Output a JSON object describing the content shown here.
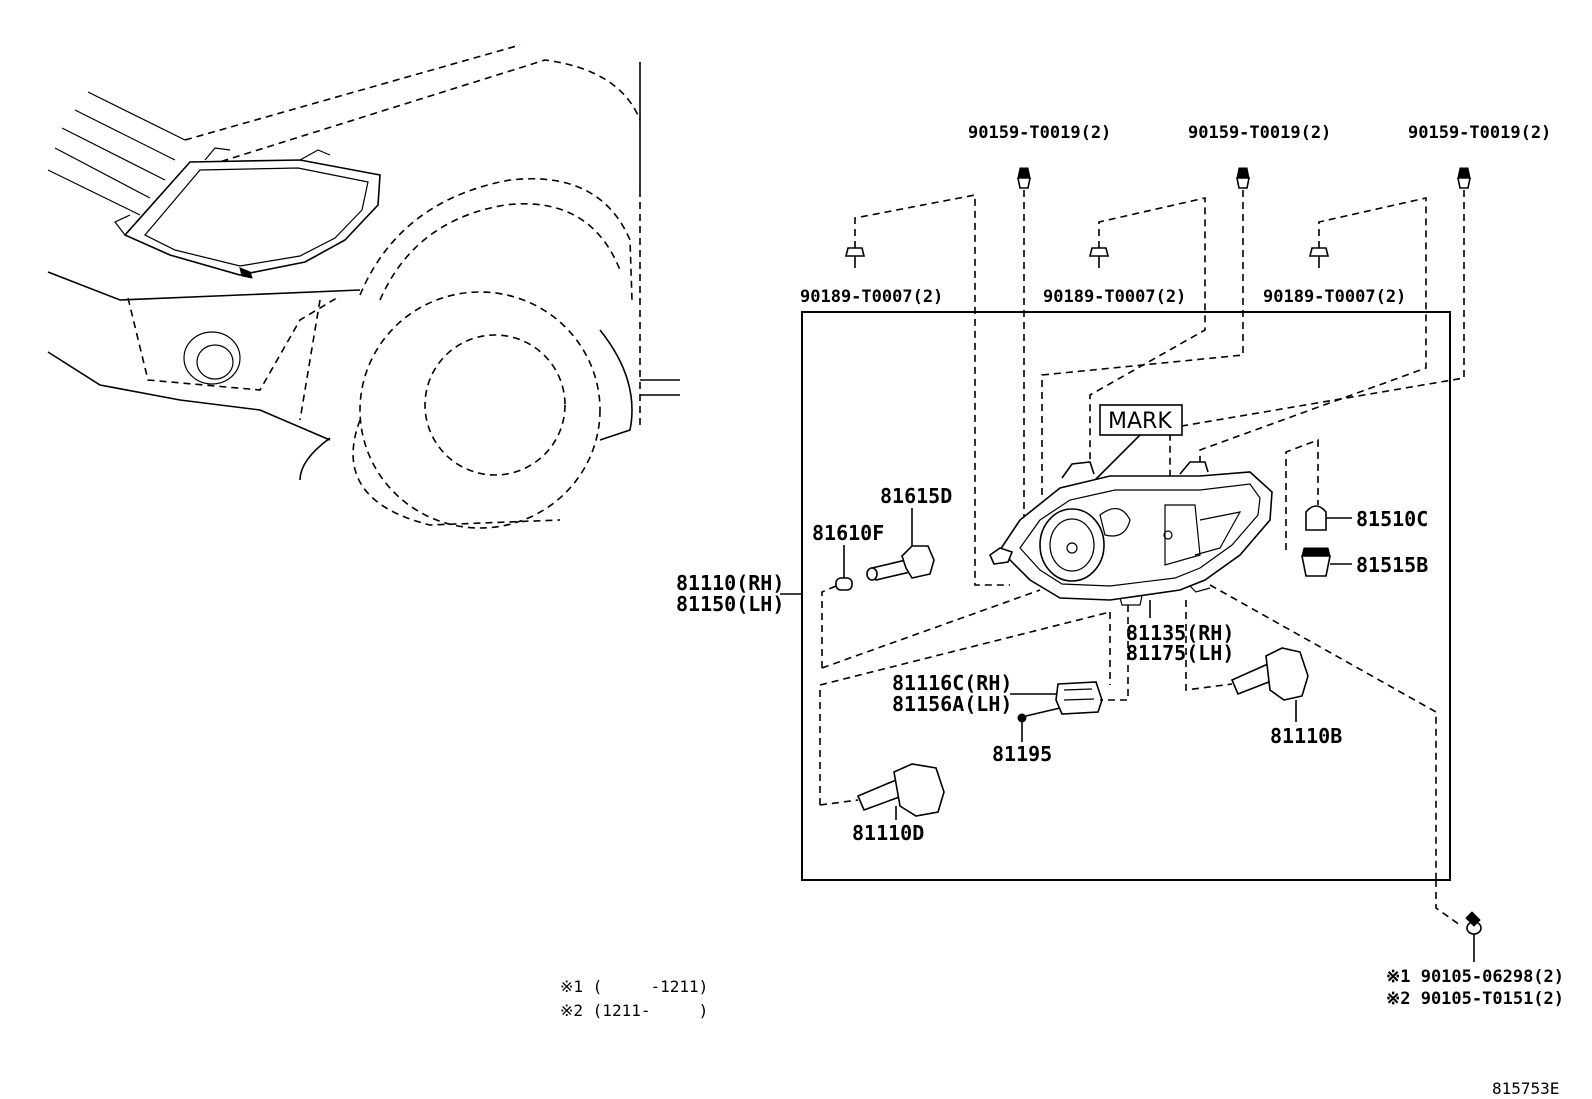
{
  "diagram": {
    "labels": {
      "clip_screw_top_1": "90159-T0019(2)",
      "clip_screw_top_2": "90159-T0019(2)",
      "clip_screw_top_3": "90159-T0019(2)",
      "clip_1": "90189-T0007(2)",
      "clip_2": "90189-T0007(2)",
      "clip_3": "90189-T0007(2)",
      "mark": "MARK",
      "bulb_81615D": "81615D",
      "bulb_81610F": "81610F",
      "bulb_81510C": "81510C",
      "socket_81515B": "81515B",
      "assy_rh": "81110(RH)",
      "assy_lh": "81150(LH)",
      "unit_rh": "81135(RH)",
      "unit_lh": "81175(LH)",
      "connector_rh": "81116C(RH)",
      "connector_lh": "81156A(LH)",
      "bulb_81110B": "81110B",
      "screw_81195": "81195",
      "bulb_81110D": "81110D",
      "bolt_1": "※1 90105-06298(2)",
      "bolt_2": "※2 90105-T0151(2)",
      "note_1": "※1 (     -1211)",
      "note_2": "※2 (1211-     )",
      "figure_id": "815753E"
    }
  }
}
